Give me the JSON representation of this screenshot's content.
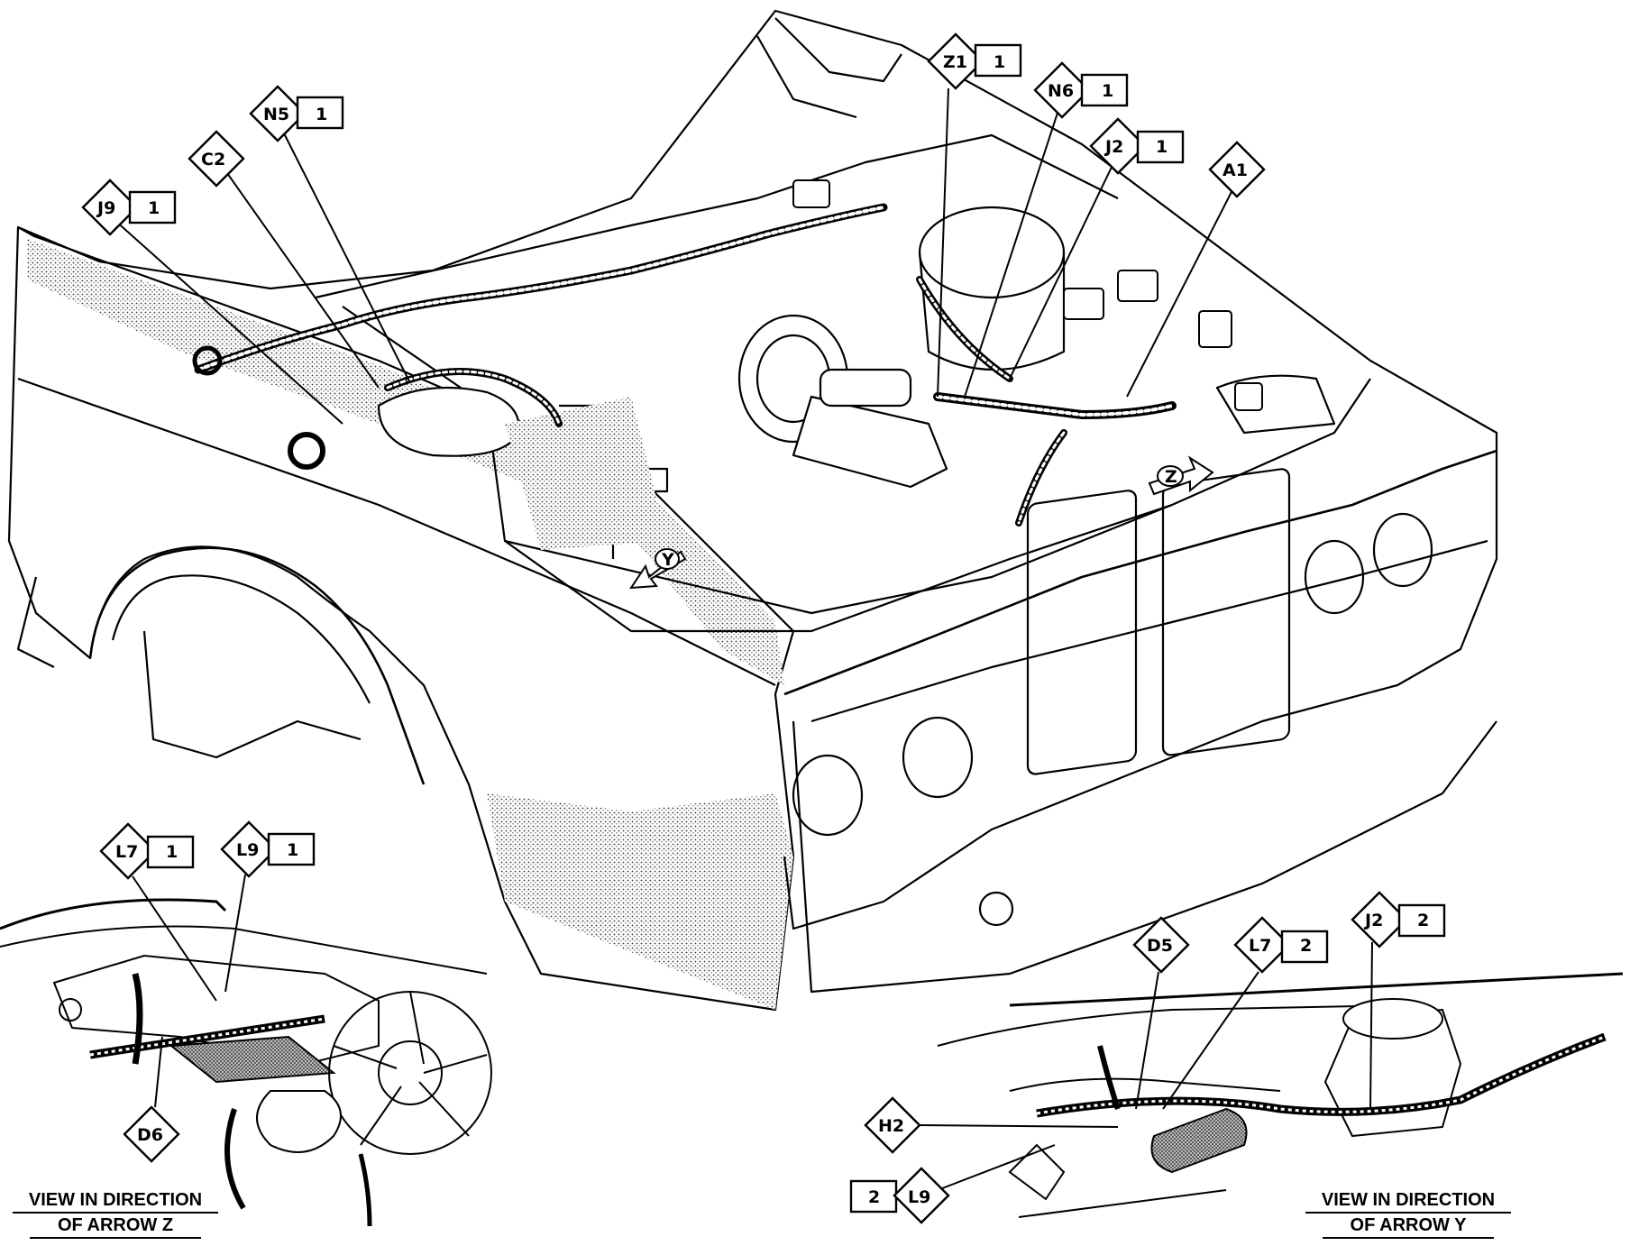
{
  "main_view": {
    "callouts": [
      {
        "code": "Z1",
        "sheet": "1"
      },
      {
        "code": "N6",
        "sheet": "1"
      },
      {
        "code": "J2",
        "sheet": "1"
      },
      {
        "code": "A1",
        "sheet": ""
      },
      {
        "code": "N5",
        "sheet": "1"
      },
      {
        "code": "C2",
        "sheet": ""
      },
      {
        "code": "J9",
        "sheet": "1"
      }
    ],
    "arrows": {
      "z": "Z",
      "y": "Y"
    }
  },
  "view_z": {
    "caption_line1": "VIEW IN DIRECTION",
    "caption_line2": "OF ARROW Z",
    "callouts": [
      {
        "code": "L7",
        "sheet": "1"
      },
      {
        "code": "L9",
        "sheet": "1"
      },
      {
        "code": "D6",
        "sheet": ""
      }
    ]
  },
  "view_y": {
    "caption_line1": "VIEW IN DIRECTION",
    "caption_line2": "OF ARROW Y",
    "callouts": [
      {
        "code": "D5",
        "sheet": ""
      },
      {
        "code": "L7",
        "sheet": "2"
      },
      {
        "code": "J2",
        "sheet": "2"
      },
      {
        "code": "H2",
        "sheet": ""
      },
      {
        "code": "L9",
        "sheet": "2"
      }
    ]
  }
}
